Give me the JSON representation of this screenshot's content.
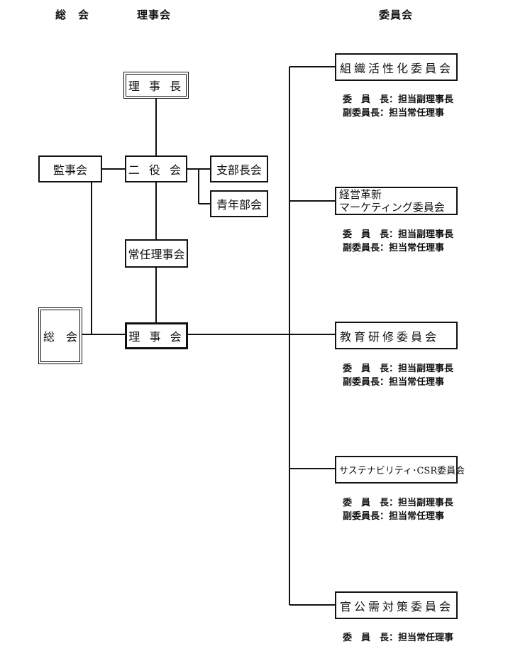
{
  "headers": {
    "general": "総　会",
    "board": "理事会",
    "committees": "委員会"
  },
  "nodes": {
    "chairman": "理 事 長",
    "nieki": "二 役 会",
    "auditors": "監事会",
    "branch_heads": "支部長会",
    "youth": "青年部会",
    "executive": "常任理事会",
    "board": "理 事 会",
    "general": "総　会"
  },
  "committees": [
    {
      "name": "組織活性化委員会",
      "lines": [
        "委　員　長：担当副理事長",
        "副委員長：担当常任理事"
      ]
    },
    {
      "name_line1": "経営革新",
      "name_line2": "マーケティング委員会",
      "lines": [
        "委　員　長：担当副理事長",
        "副委員長：担当常任理事"
      ]
    },
    {
      "name": "教育研修委員会",
      "lines": [
        "委　員　長：担当副理事長",
        "副委員長：担当常任理事"
      ]
    },
    {
      "name": "サステナビリティ･CSR委員会",
      "lines": [
        "委　員　長：担当副理事長",
        "副委員長：担当常任理事"
      ]
    },
    {
      "name": "官公需対策委員会",
      "lines": [
        "委　員　長：担当常任理事"
      ]
    }
  ]
}
